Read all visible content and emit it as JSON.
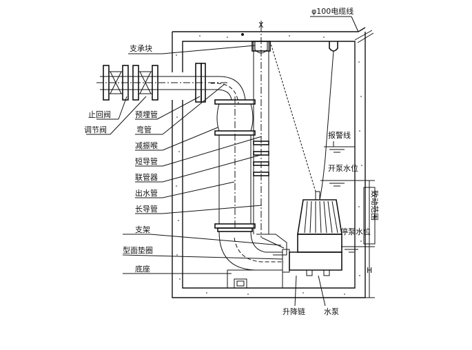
{
  "labels": {
    "cable": "φ100电缆线",
    "support_block": "支承块",
    "check_valve": "止回阀",
    "embedded_pipe": "预埋管",
    "regulating_valve": "调节阀",
    "elbow": "弯管",
    "damper": "减振喉",
    "short_guide": "短导管",
    "pipe_coupler": "联管器",
    "outlet_pipe": "出水管",
    "long_guide": "长导管",
    "bracket": "支架",
    "profile_gasket": "型面垫圈",
    "base": "底座",
    "lift_chain": "升降链",
    "pump": "水泵",
    "alarm_line": "报警线",
    "start_level": "开泵水位",
    "stop_level": "停泵水位",
    "range": "致动范围",
    "h_mark": "H",
    "x_mark": "X"
  },
  "colors": {
    "line": "#111111",
    "wall_fill": "#ffffff",
    "background": "#ffffff"
  }
}
